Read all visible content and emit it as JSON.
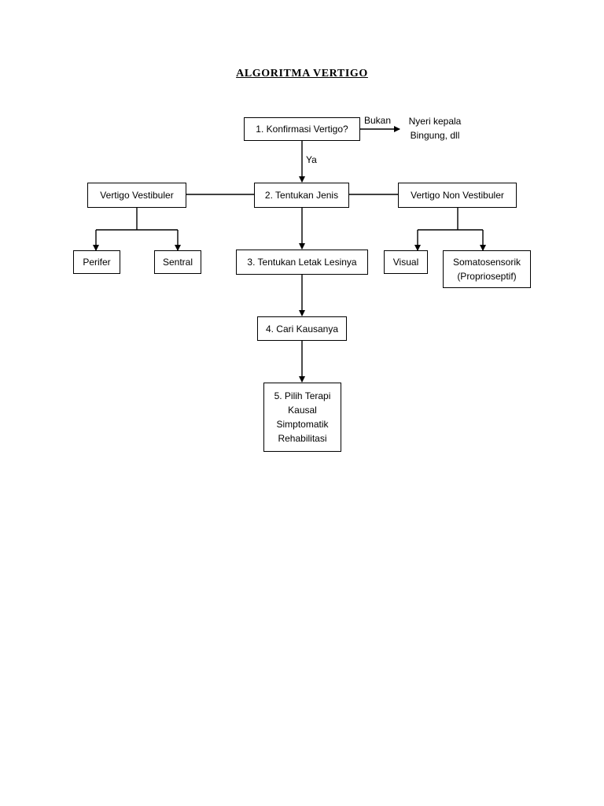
{
  "title": "ALGORITMA VERTIGO",
  "nodes": {
    "konfirmasi": "1. Konfirmasi Vertigo?",
    "tentukan_jenis": "2. Tentukan Jenis",
    "vertigo_vestibuler": "Vertigo Vestibuler",
    "vertigo_non_vestibuler": "Vertigo Non Vestibuler",
    "perifer": "Perifer",
    "sentral": "Sentral",
    "tentukan_letak": "3. Tentukan Letak Lesinya",
    "visual": "Visual",
    "somatosensorik": [
      "Somatosensorik",
      "(Proprioseptif)"
    ],
    "cari_kausa": "4. Cari Kausanya",
    "pilih_terapi": [
      "5. Pilih Terapi",
      "Kausal",
      "Simptomatik",
      "Rehabilitasi"
    ]
  },
  "edge_labels": {
    "bukan": "Bukan",
    "ya": "Ya"
  },
  "outcome_bukan": [
    "Nyeri kepala",
    "Bingung, dll"
  ]
}
